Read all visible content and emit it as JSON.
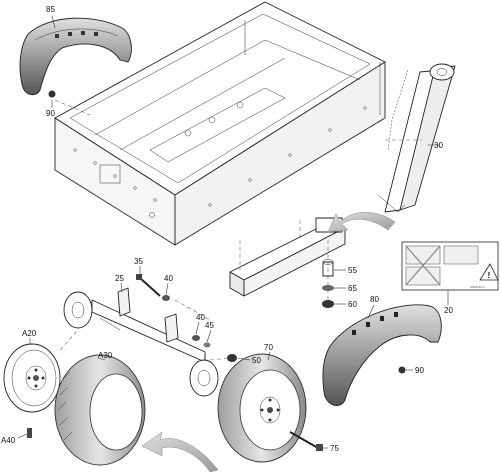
{
  "diagram": {
    "labels": {
      "l85": "85",
      "l90a": "90",
      "l30": "30",
      "l35": "35",
      "l40a": "40",
      "l25": "25",
      "l40b": "40",
      "l45": "45",
      "l55": "55",
      "l65": "65",
      "l60": "60",
      "l80": "80",
      "l20": "20",
      "l70": "70",
      "l50": "50",
      "lA20": "A20",
      "lA30": "A30",
      "lA40": "A40",
      "l90b": "90",
      "l75": "75"
    },
    "small_print": "GB08-40-C"
  },
  "colors": {
    "fender": "#444444",
    "fender_light": "#dcdcdc",
    "tyre": "#bdbdbd",
    "tyre_dark": "#7a7a7a",
    "arrow": "#9a9a9a",
    "line": "#222222"
  }
}
